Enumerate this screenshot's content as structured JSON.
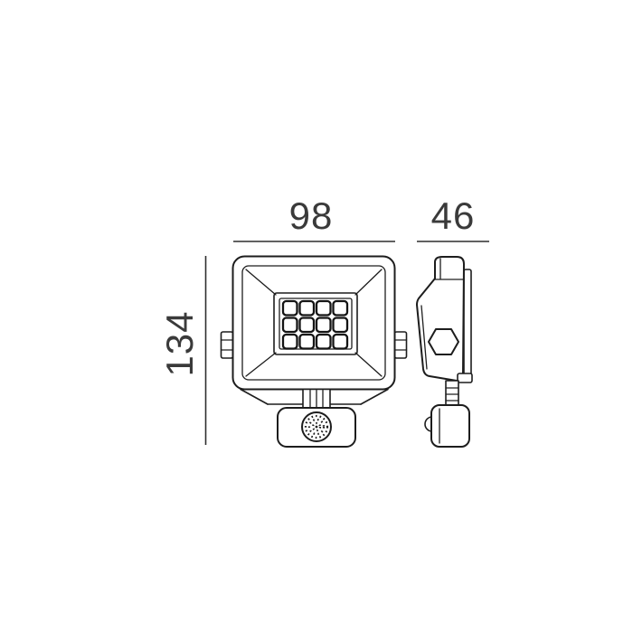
{
  "drawing": {
    "type": "technical-dimension-drawing",
    "subject": "led-floodlight-with-pir-sensor",
    "colors": {
      "background": "#ffffff",
      "line": "#1d1d1d",
      "dimension_text": "#3a3a3a"
    },
    "dimensions": {
      "width_label": "98",
      "depth_label": "46",
      "height_label": "134"
    }
  }
}
